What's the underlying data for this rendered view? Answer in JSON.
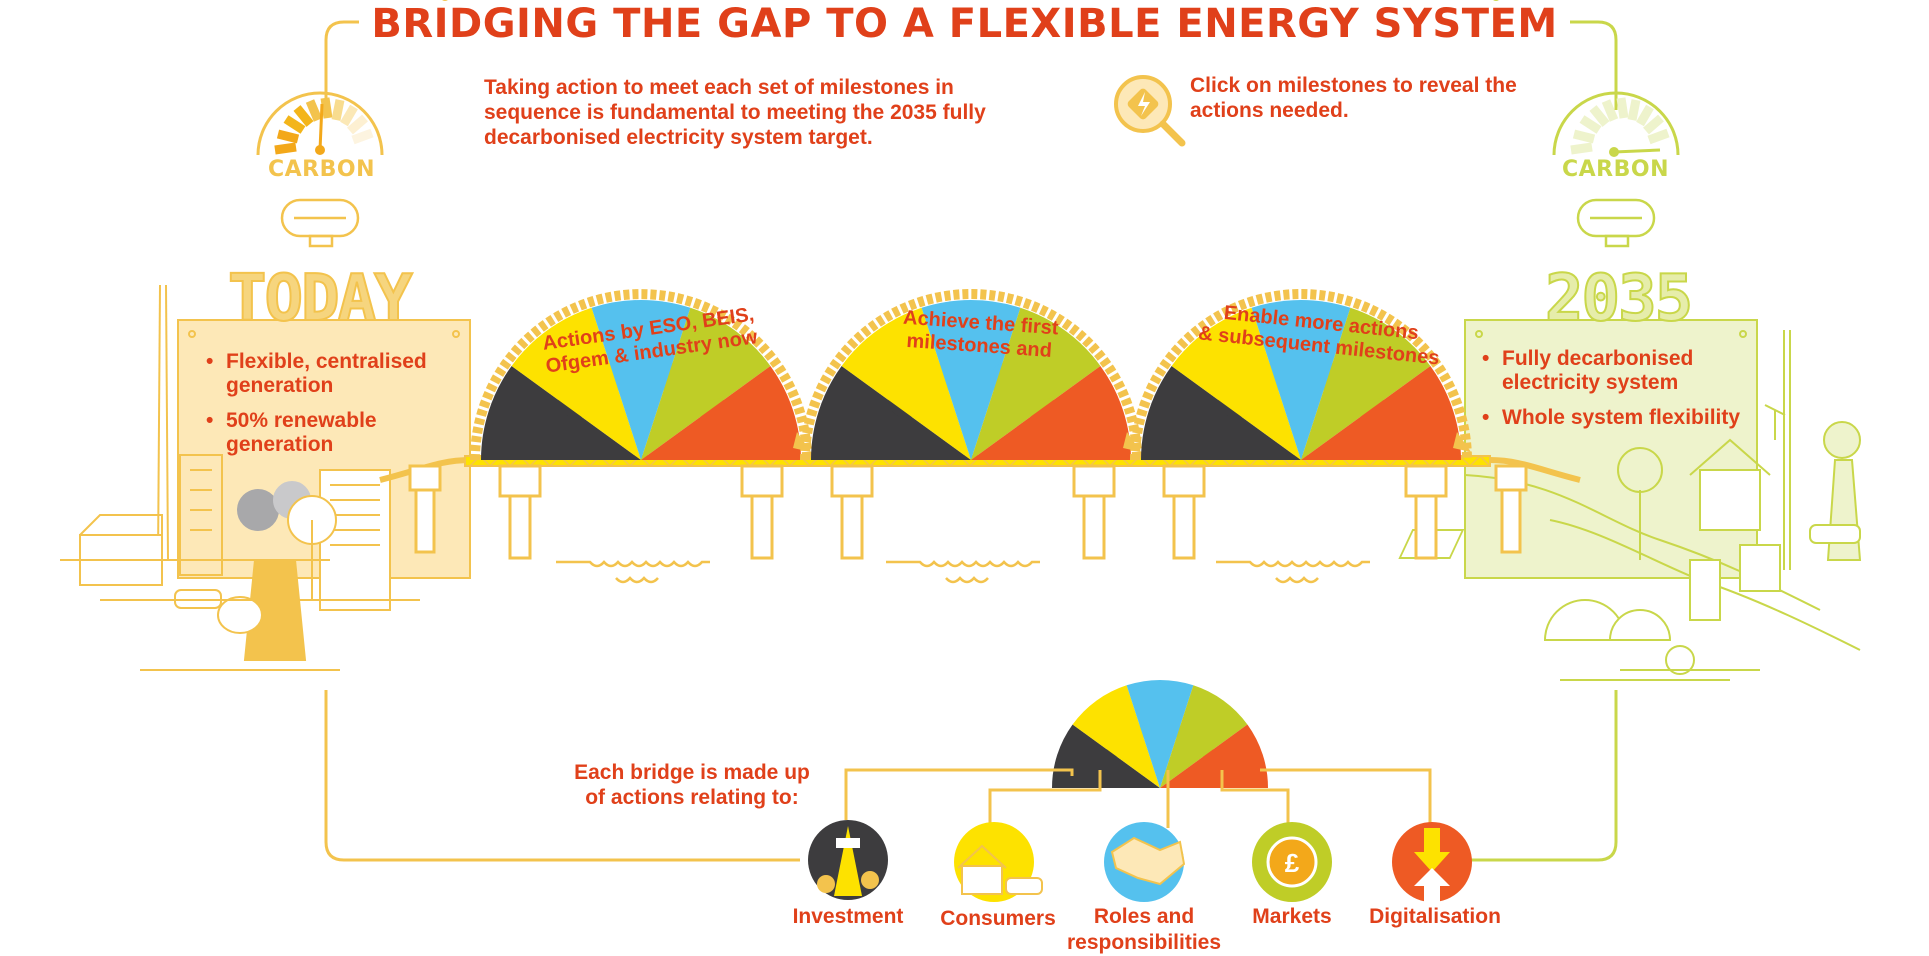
{
  "title": "BRIDGING THE GAP TO A FLEXIBLE ENERGY SYSTEM",
  "intro": "Taking action to meet each set of milestones in sequence is fundamental to meeting the 2035 fully decarbonised electricity system target.",
  "click_hint": "Click on milestones to reveal the actions needed.",
  "left": {
    "carbon": "CARBON",
    "label": "TODAY",
    "bullets": [
      "Flexible, centralised generation",
      "50% renewable generation"
    ]
  },
  "right": {
    "carbon": "CARBON",
    "label": "2035",
    "bullets": [
      "Fully decarbonised electricity system",
      "Whole system flexibility"
    ]
  },
  "arches": [
    {
      "label_line1": "Actions by ESO, BEIS,",
      "label_line2": "Ofgem & industry now"
    },
    {
      "label_line1": "Achieve the first",
      "label_line2": "milestones and"
    },
    {
      "label_line1": "Enable more actions",
      "label_line2": "& subsequent milestones"
    }
  ],
  "bottom": {
    "intro": "Each bridge is made up of actions relating to:",
    "categories": [
      {
        "label": "Investment"
      },
      {
        "label": "Consumers"
      },
      {
        "label": "Roles and responsibilities"
      },
      {
        "label": "Markets"
      },
      {
        "label": "Digitalisation"
      }
    ]
  },
  "colors": {
    "accent": "#e0401a",
    "left_yellow": "#f3c34d",
    "right_green": "#c9d74a",
    "piece_dark": "#3d3c3e",
    "piece_yellow": "#fde200",
    "piece_blue": "#55c1ee",
    "piece_green": "#bfcd27",
    "piece_orange": "#ee5a24"
  }
}
